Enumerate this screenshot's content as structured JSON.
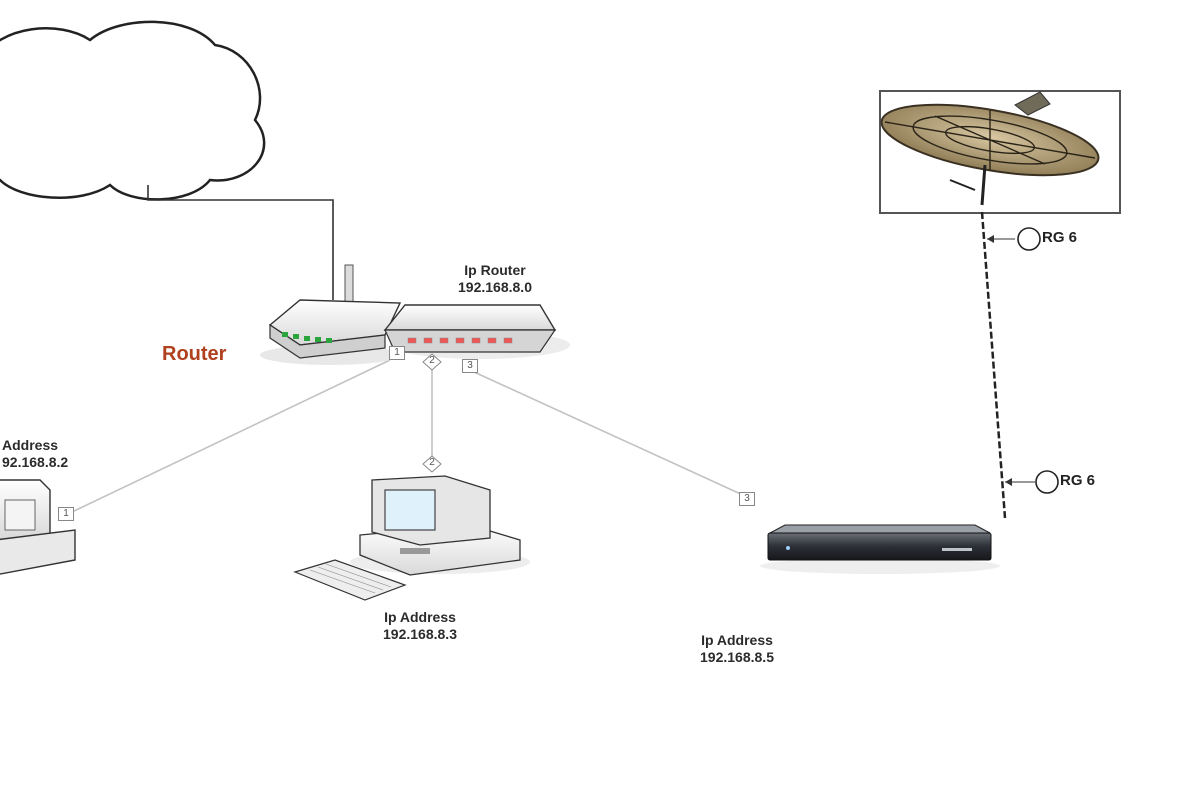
{
  "labels": {
    "router_title": "Router",
    "ip_router_line1": "Ip Router",
    "ip_router_line2": "192.168.8.0",
    "pc1_line1": "Address",
    "pc1_line2": "92.168.8.2",
    "pc2_line1": "Ip Address",
    "pc2_line2": "192.168.8.3",
    "stb_line1": "Ip Address",
    "stb_line2": "192.168.8.5",
    "cable_upper": "RG 6",
    "cable_lower": "RG 6"
  },
  "ports": [
    "1",
    "2",
    "3"
  ],
  "icons": [
    "cloud-icon",
    "router-icon",
    "switch-icon",
    "desktop-computer-icon",
    "set-top-box-icon",
    "satellite-dish-icon"
  ],
  "colors": {
    "router_label": "#b0401e",
    "lines": "#bbbbbb",
    "outline": "#333333"
  }
}
